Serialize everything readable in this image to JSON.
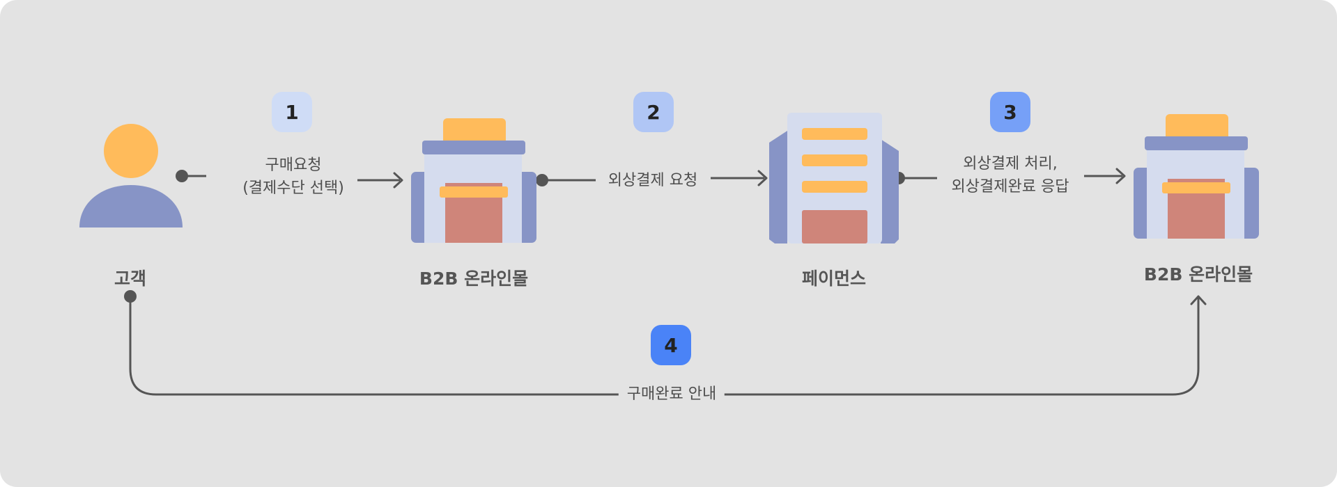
{
  "nodes": {
    "customer": {
      "label": "고객"
    },
    "mall_1": {
      "label": "B2B 온라인몰"
    },
    "paymentus": {
      "label": "페이먼스"
    },
    "mall_2": {
      "label": "B2B 온라인몰"
    }
  },
  "steps": [
    {
      "number": "1",
      "lines": [
        "구매요청",
        "(결제수단 선택)"
      ],
      "color": "#cfdcf6"
    },
    {
      "number": "2",
      "lines": [
        "외상결제 요청"
      ],
      "color": "#b0c6f5"
    },
    {
      "number": "3",
      "lines": [
        "외상결제 처리,",
        "외상결제완료 응답"
      ],
      "color": "#76a0f7"
    },
    {
      "number": "4",
      "lines": [
        "구매완료 안내"
      ],
      "color": "#4a83f7"
    }
  ],
  "colors": {
    "background": "#e3e3e3",
    "person_head": "#ffbb5b",
    "person_body": "#8794c6",
    "building_wall": "#d5dcee",
    "building_side": "#8794c6",
    "building_door": "#cf857a",
    "accent": "#ffbb5b",
    "connector": "#555555"
  },
  "icons": {
    "customer": "person-icon",
    "mall": "store-building-icon",
    "paymentus": "office-building-icon"
  }
}
